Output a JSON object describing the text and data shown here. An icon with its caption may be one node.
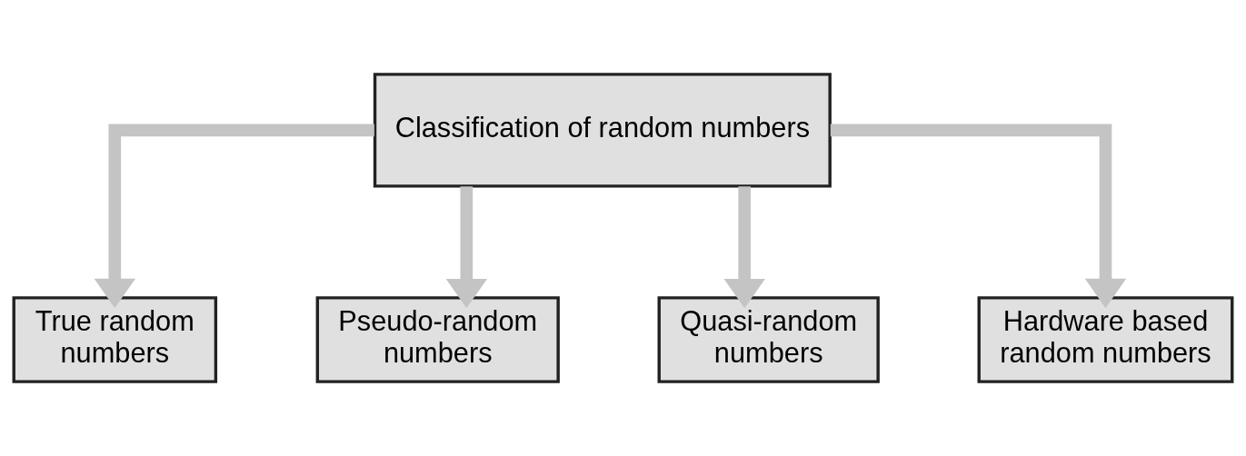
{
  "diagram": {
    "nodes": [
      {
        "text": [
          "Classification of random numbers"
        ]
      },
      {
        "text": [
          "True random numbers"
        ]
      },
      {
        "text": [
          "Pseudo-random numbers"
        ]
      },
      {
        "text": [
          "Quasi-random numbers"
        ]
      },
      {
        "text": [
          "Hardware based random numbers"
        ]
      }
    ],
    "edges": [
      {
        "from": 0,
        "to": 1,
        "arrow": "to"
      },
      {
        "from": 0,
        "to": 2,
        "arrow": "to"
      },
      {
        "from": 0,
        "to": 3,
        "arrow": "to"
      },
      {
        "from": 0,
        "to": 4,
        "arrow": "to"
      }
    ]
  }
}
